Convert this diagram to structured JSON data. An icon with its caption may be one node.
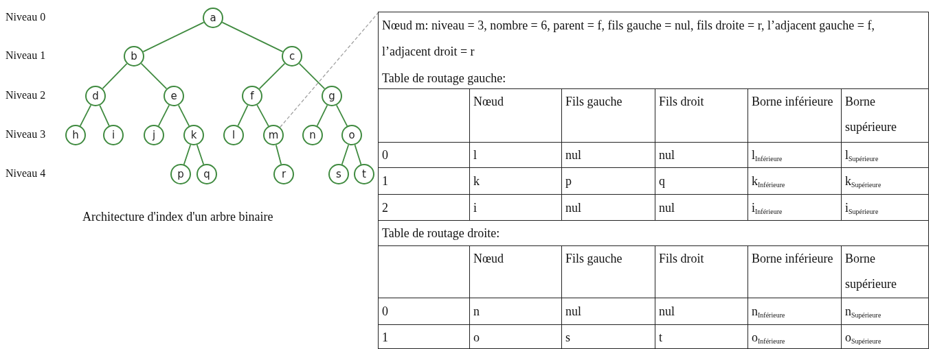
{
  "diagram": {
    "caption": "Architecture d'index d'un arbre binaire",
    "nodes": [
      {
        "text": [
          "a"
        ]
      },
      {
        "text": [
          "b"
        ]
      },
      {
        "text": [
          "c"
        ]
      },
      {
        "text": [
          "d"
        ]
      },
      {
        "text": [
          "e"
        ]
      },
      {
        "text": [
          "f"
        ]
      },
      {
        "text": [
          "g"
        ]
      },
      {
        "text": [
          "h"
        ]
      },
      {
        "text": [
          "i"
        ]
      },
      {
        "text": [
          "j"
        ]
      },
      {
        "text": [
          "k"
        ]
      },
      {
        "text": [
          "l"
        ]
      },
      {
        "text": [
          "m"
        ]
      },
      {
        "text": [
          "n"
        ]
      },
      {
        "text": [
          "o"
        ]
      },
      {
        "text": [
          "p"
        ]
      },
      {
        "text": [
          "q"
        ]
      },
      {
        "text": [
          "r"
        ]
      },
      {
        "text": [
          "s"
        ]
      },
      {
        "text": [
          "t"
        ]
      },
      {
        "text": [
          "Nœud m: niveau = 3, nombre = 6, parent = f, fils gauche = nul, fils droite = r, l’adjacent gauche = f, l’adjacent droit = r",
          "Table de routage gauche:",
          "Nœud",
          "Fils gauche",
          "Fils droit",
          "Borne inférieure",
          "Borne supérieure",
          "0",
          "l",
          "nul",
          "nul",
          "l$_{Inférieure}$",
          "l$_{Supérieure}$",
          "1",
          "k",
          "p",
          "q",
          "k$_{Inférieure}$",
          "k$_{Supérieure}$",
          "2",
          "i",
          "nul",
          "nul",
          "i$_{Inférieure}$",
          "i$_{Supérieure}$",
          "Table de routage droite:",
          "Nœud",
          "Fils gauche",
          "Fils droit",
          "Borne inférieure",
          "Borne supérieure",
          "0",
          "n",
          "nul",
          "nul",
          "n$_{Inférieure}$",
          "n$_{Supérieure}$",
          "1",
          "o",
          "s",
          "t",
          "o$_{Inférieure}$",
          "o$_{Supérieure}$"
        ]
      }
    ],
    "edges": [
      {
        "from": 0,
        "to": 1,
        "arrow": "none"
      },
      {
        "from": 0,
        "to": 2,
        "arrow": "none"
      },
      {
        "from": 1,
        "to": 3,
        "arrow": "none"
      },
      {
        "from": 1,
        "to": 4,
        "arrow": "none"
      },
      {
        "from": 2,
        "to": 5,
        "arrow": "none"
      },
      {
        "from": 2,
        "to": 6,
        "arrow": "none"
      },
      {
        "from": 3,
        "to": 7,
        "arrow": "none"
      },
      {
        "from": 3,
        "to": 8,
        "arrow": "none"
      },
      {
        "from": 4,
        "to": 9,
        "arrow": "none"
      },
      {
        "from": 4,
        "to": 10,
        "arrow": "none"
      },
      {
        "from": 5,
        "to": 11,
        "arrow": "none"
      },
      {
        "from": 5,
        "to": 12,
        "arrow": "none"
      },
      {
        "from": 6,
        "to": 13,
        "arrow": "none"
      },
      {
        "from": 6,
        "to": 14,
        "arrow": "none"
      },
      {
        "from": 10,
        "to": 15,
        "arrow": "none"
      },
      {
        "from": 10,
        "to": 16,
        "arrow": "none"
      },
      {
        "from": 12,
        "to": 17,
        "arrow": "none"
      },
      {
        "from": 14,
        "to": 18,
        "arrow": "none"
      },
      {
        "from": 14,
        "to": 19,
        "arrow": "none"
      },
      {
        "from": 12,
        "to": 20,
        "arrow": "none",
        "style": "dashed",
        "color": "#a0a0a0"
      }
    ],
    "labels": [
      "Niveau 0",
      "Niveau 1",
      "Niveau 2",
      "Niveau 3",
      "Niveau 4"
    ]
  }
}
